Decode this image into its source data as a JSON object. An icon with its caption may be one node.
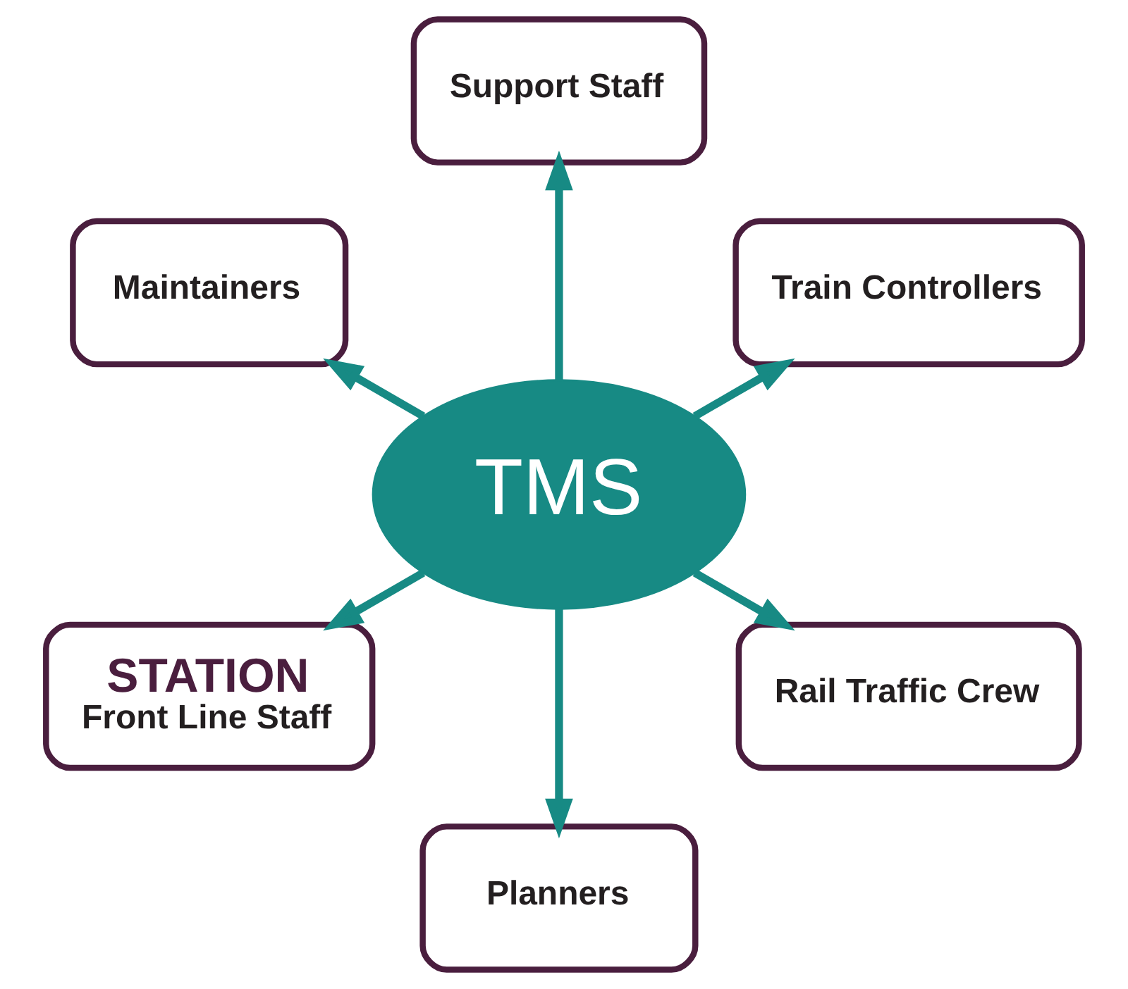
{
  "diagram": {
    "nodes": [
      {
        "text": [
          "Support Staff"
        ]
      },
      {
        "text": [
          "Maintainers"
        ]
      },
      {
        "text": [
          "TMS"
        ]
      },
      {
        "text": [
          "Train Controllers"
        ]
      },
      {
        "text": [
          "STATION",
          "Front Line Staff"
        ]
      },
      {
        "text": [
          "Rail Traffic Crew"
        ]
      },
      {
        "text": [
          "Planners"
        ]
      }
    ],
    "edges": [
      {
        "from": 2,
        "to": 0,
        "arrow": "to"
      },
      {
        "from": 2,
        "to": 3,
        "arrow": "to"
      },
      {
        "from": 2,
        "to": 5,
        "arrow": "to"
      },
      {
        "from": 2,
        "to": 6,
        "arrow": "to"
      },
      {
        "from": 2,
        "to": 4,
        "arrow": "to"
      },
      {
        "from": 2,
        "to": 1,
        "arrow": "to"
      }
    ]
  }
}
